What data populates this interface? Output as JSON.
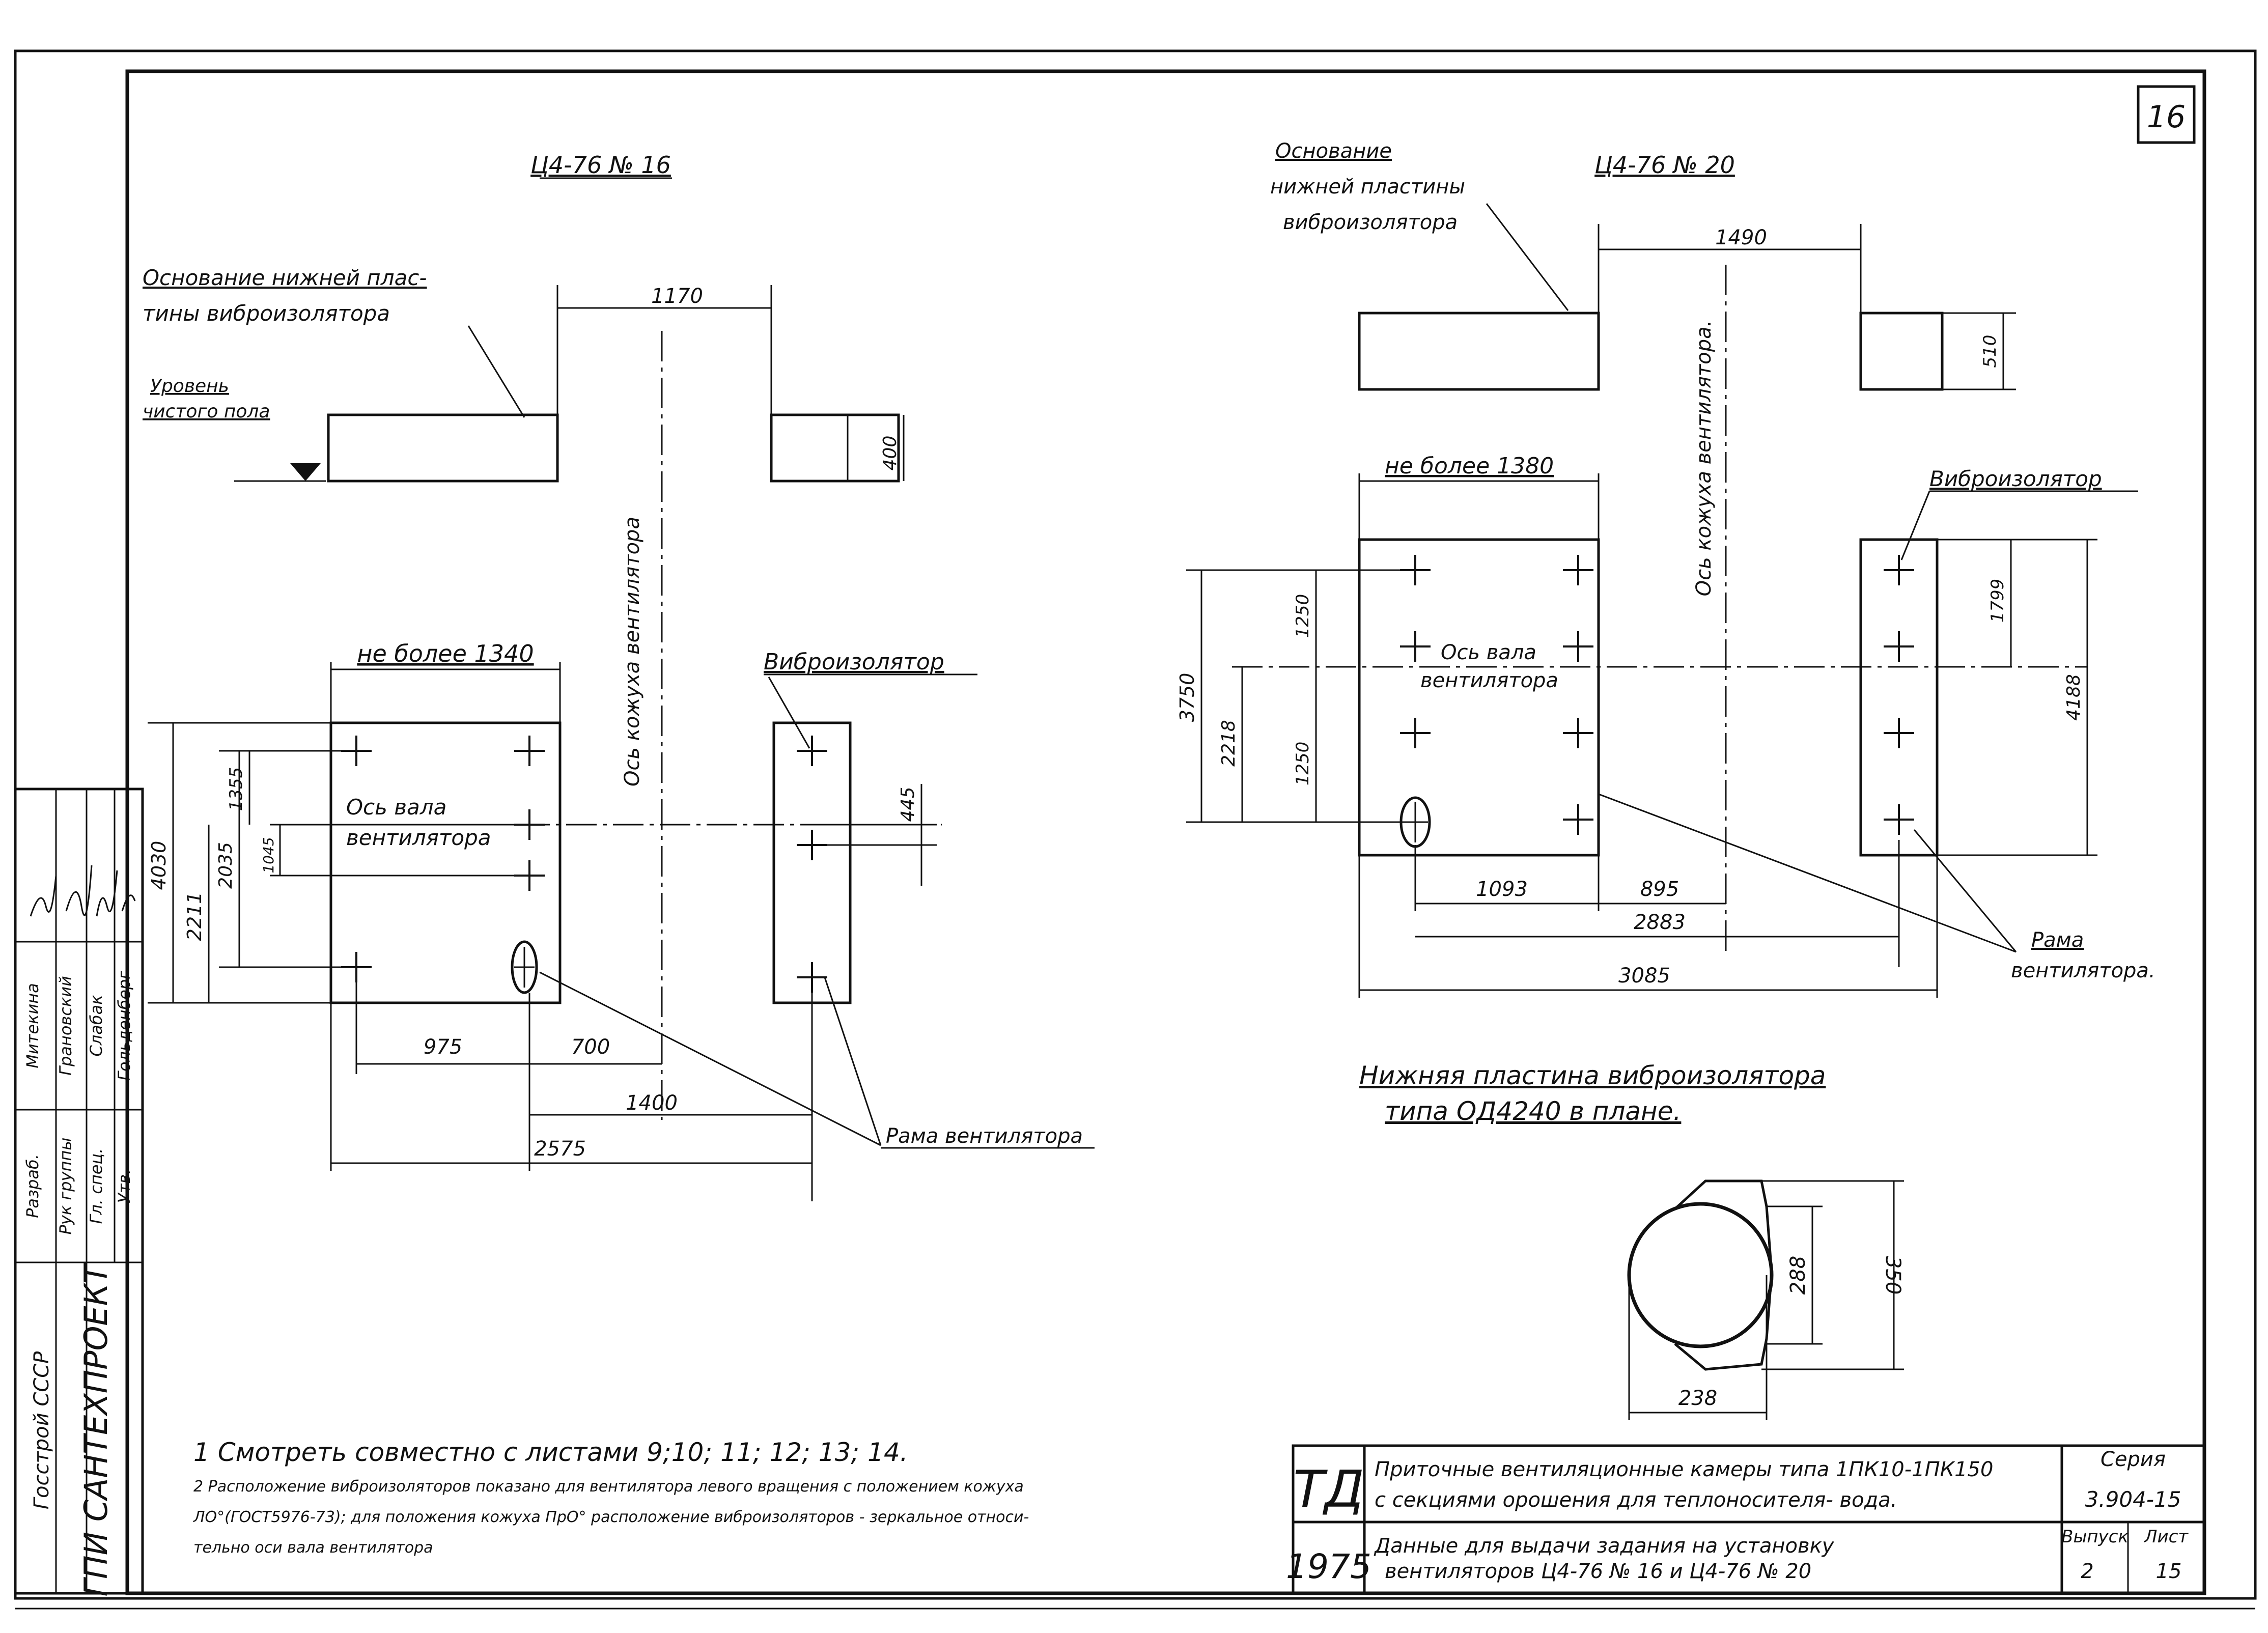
{
  "sheet_number": "16",
  "left_view": {
    "title": "Ц4-76 № 16",
    "base_label": [
      "Основание нижней плас-",
      "тины виброизолятора"
    ],
    "floor_label": [
      "Уровень",
      "чистого пола"
    ],
    "fan_casing_axis": "Ось кожуха вентилятора",
    "max_width": "не более 1340",
    "shaft_axis": [
      "Ось вала",
      "вентилятора"
    ],
    "vibro_label": "Виброизолятор",
    "frame_label": "Рама вентилятора",
    "dims": {
      "gap": "1170",
      "height": "400",
      "total_h": "4030",
      "h2211": "2211",
      "h2035": "2035",
      "h1355": "1355",
      "h1045": "1045",
      "h445": "445",
      "d975": "975",
      "d700": "700",
      "d1400": "1400",
      "d2575": "2575"
    }
  },
  "right_view": {
    "title": "Ц4-76 № 20",
    "base_label": [
      "Основание",
      "нижней пластины",
      "виброизолятора"
    ],
    "fan_casing_axis": "Ось кожуха вентилятора.",
    "max_width": "не более 1380",
    "shaft_axis": [
      "Ось вала",
      "вентилятора"
    ],
    "vibro_label": "Виброизолятор",
    "frame_label": [
      "Рама",
      "вентилятора."
    ],
    "dims": {
      "gap": "1490",
      "height": "510",
      "total_h": "3750",
      "h2218": "2218",
      "h1250a": "1250",
      "h1250b": "1250",
      "h1799": "1799",
      "h4188": "4188",
      "d1093": "1093",
      "d895": "895",
      "d2883": "2883",
      "d3085": "3085"
    }
  },
  "plate_view": {
    "title": [
      "Нижняя пластина виброизолятора",
      "типа ОД4240  в плане."
    ],
    "dims": {
      "d288": "288",
      "d350": "350",
      "d238": "238"
    }
  },
  "notes": [
    "1  Смотреть совместно   с листами  9;10; 11; 12; 13; 14.",
    "2  Расположение виброизоляторов показано для вентилятора левого вращения с положением кожуха",
    "ЛО°(ГОСТ5976-73); для положения кожуха ПрО° расположение виброизоляторов - зеркальное относи-",
    "тельно оси вала вентилятора"
  ],
  "title_block": {
    "td": "ТД",
    "year": "1975",
    "desc1": [
      "Приточные вентиляционные камеры типа 1ПК10-1ПК150",
      "с секциями орошения для теплоносителя- вода."
    ],
    "desc2": [
      "Данные для выдачи задания на установку",
      "вентиляторов    Ц4-76 № 16 и  Ц4-76 № 20"
    ],
    "series_label": "Серия",
    "series_value": "3.904-15",
    "issue_label": "Выпуск",
    "issue_value": "2",
    "sheet_label": "Лист",
    "sheet_value": "15"
  },
  "side_stamp": {
    "org1": "Госстрой СССР",
    "org2": "ГПИ САНТЕХПРОЕКТ",
    "roles": [
      "Разраб.",
      "Рук группы",
      "Гл. спец.",
      "Утв."
    ],
    "names": [
      "Митекина",
      "Грановский",
      "Слабак",
      "Гольденберг"
    ]
  }
}
